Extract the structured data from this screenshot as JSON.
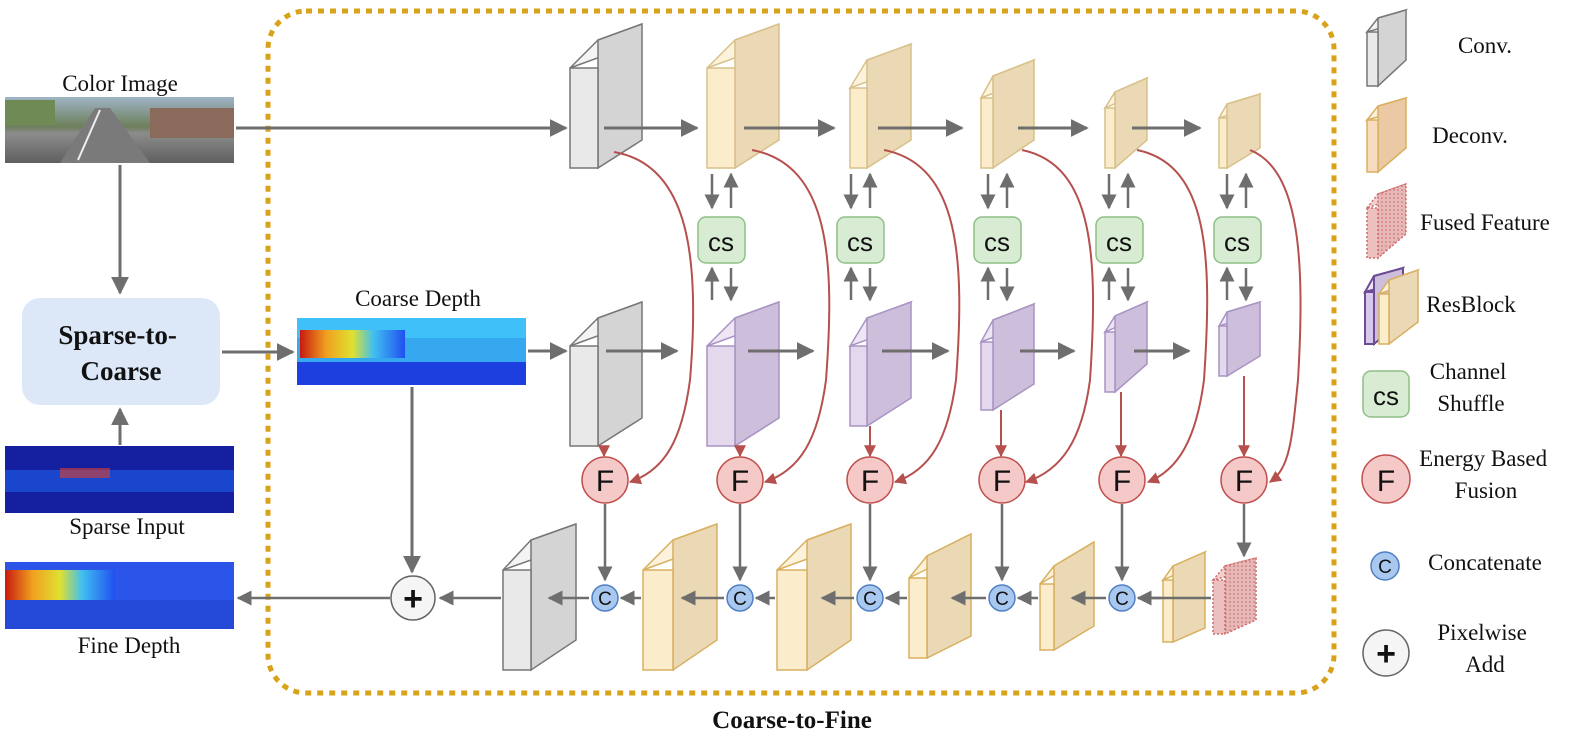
{
  "inputs": {
    "color_image": "Color Image",
    "sparse_input": "Sparse Input",
    "coarse_depth": "Coarse Depth",
    "fine_depth": "Fine Depth"
  },
  "modules": {
    "sparse_to_coarse": [
      "Sparse-to-",
      "Coarse"
    ],
    "coarse_to_fine": "Coarse-to-Fine"
  },
  "symbols": {
    "cs": "cs",
    "fusion": "F",
    "concat": "C",
    "add": "+"
  },
  "legend": {
    "conv": "Conv.",
    "deconv": "Deconv.",
    "fused_feature": "Fused Feature",
    "resblock": "ResBlock",
    "channel_shuffle": [
      "Channel",
      "Shuffle"
    ],
    "energy_fusion": [
      "Energy Based",
      "Fusion"
    ],
    "concatenate": "Concatenate",
    "pixelwise_add": [
      "Pixelwise",
      "Add"
    ]
  },
  "colors": {
    "frame": "#d9a21b",
    "arrow": "#6e6e6e",
    "red_arrow": "#b5504e",
    "conv_face": "#e9e9e9",
    "deconv_face": "#fbeccb",
    "deconv_side": "#ead9b4",
    "res_face": "#e3d8ec",
    "res_side": "#cdbfdc",
    "cs_fill": "#d8ecd3",
    "fusion_fill": "#f6c9c9",
    "concat_fill": "#a9c8ef",
    "sparse_box": "#dce8f8"
  }
}
